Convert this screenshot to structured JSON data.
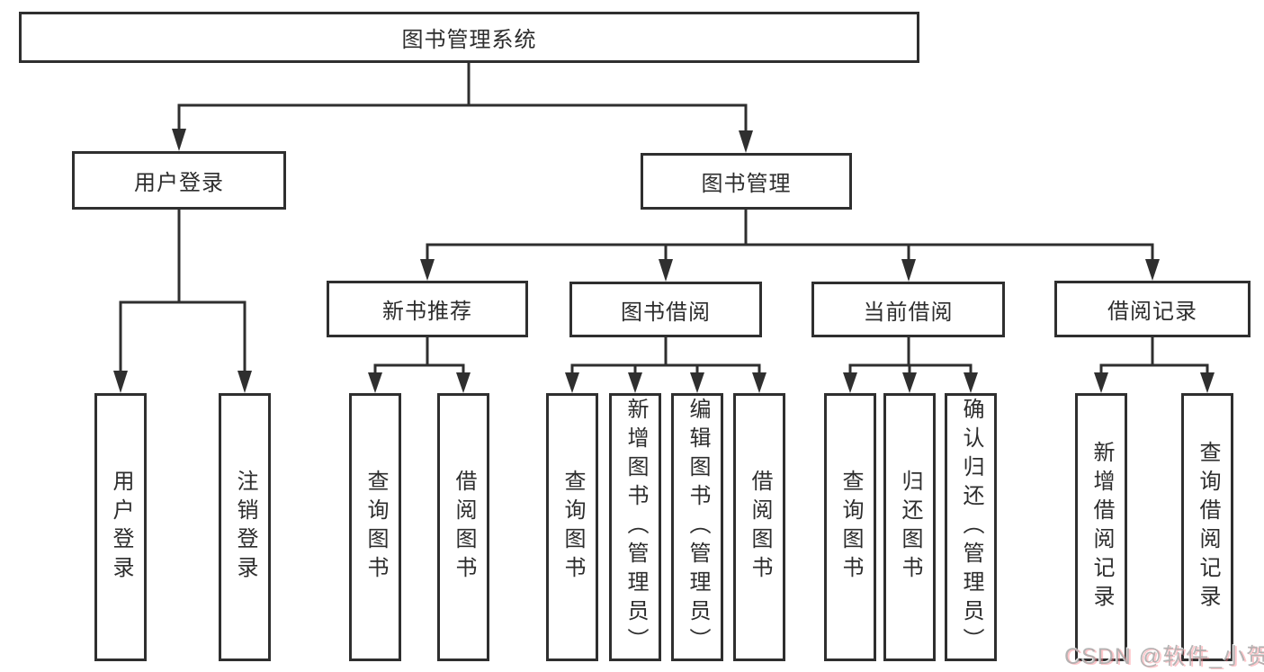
{
  "tree": {
    "root_label": "图书管理系统",
    "login_branch": {
      "label": "用户登录",
      "children": [
        "用户登录",
        "注销登录"
      ]
    },
    "manage_branch": {
      "label": "图书管理",
      "groups": [
        {
          "label": "新书推荐",
          "children": [
            "查询图书",
            "借阅图书"
          ]
        },
        {
          "label": "图书借阅",
          "children": [
            "查询图书",
            "新增图书（管理员）",
            "编辑图书（管理员）",
            "借阅图书"
          ]
        },
        {
          "label": "当前借阅",
          "children": [
            "查询图书",
            "归还图书",
            "确认归还（管理员）"
          ]
        },
        {
          "label": "借阅记录",
          "children": [
            "新增借阅记录",
            "查询借阅记录"
          ]
        }
      ]
    }
  },
  "watermark": "CSDN @软件_小贺同学",
  "colors": {
    "line": "#2f2f2f",
    "box_background": "#ffffff",
    "text": "#2d2d2d",
    "watermark_gray": "#a8a8a8",
    "watermark_pink": "#ff828c"
  }
}
